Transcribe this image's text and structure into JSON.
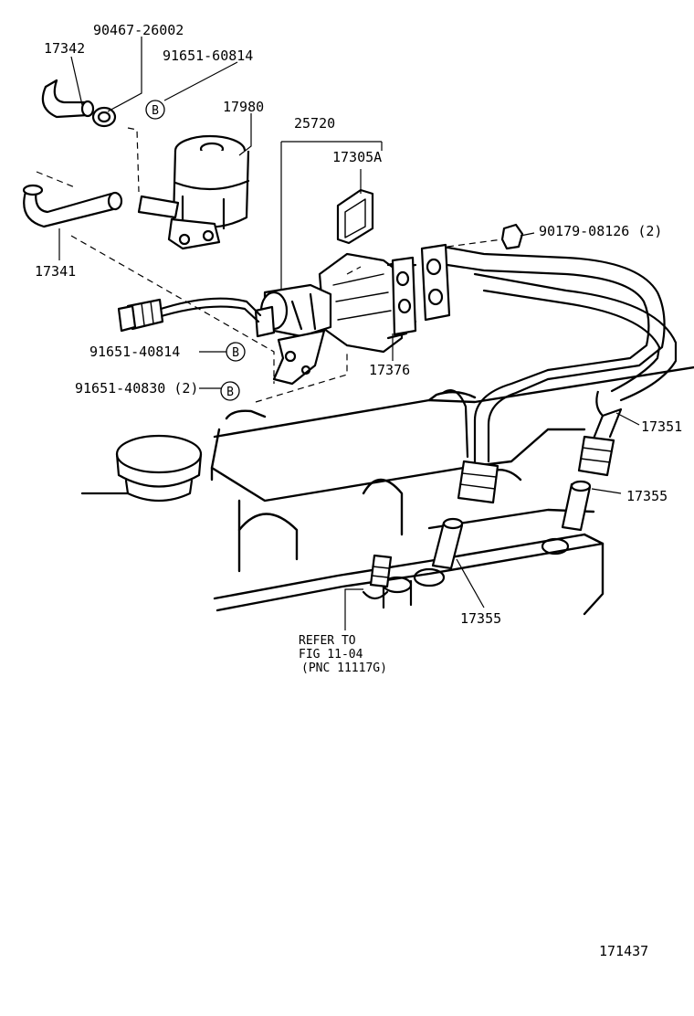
{
  "labels": {
    "p90467": "90467-26002",
    "p17342": "17342",
    "p91651_60814": "91651-60814",
    "p17980": "17980",
    "p25720": "25720",
    "p17305A": "17305A",
    "p90179": "90179-08126 (2)",
    "p17341": "17341",
    "p91651_40814": "91651-40814",
    "p91651_40830": "91651-40830 (2)",
    "p17376": "17376",
    "p17351": "17351",
    "p17355_right": "17355",
    "p17355_bottom": "17355",
    "refer_line1": "REFER TO",
    "refer_line2": "FIG 11-04",
    "refer_line3": "(PNC 11117G)",
    "figure_number": "171437"
  },
  "markers": {
    "b1": "B",
    "b2": "B",
    "b3": "B"
  }
}
